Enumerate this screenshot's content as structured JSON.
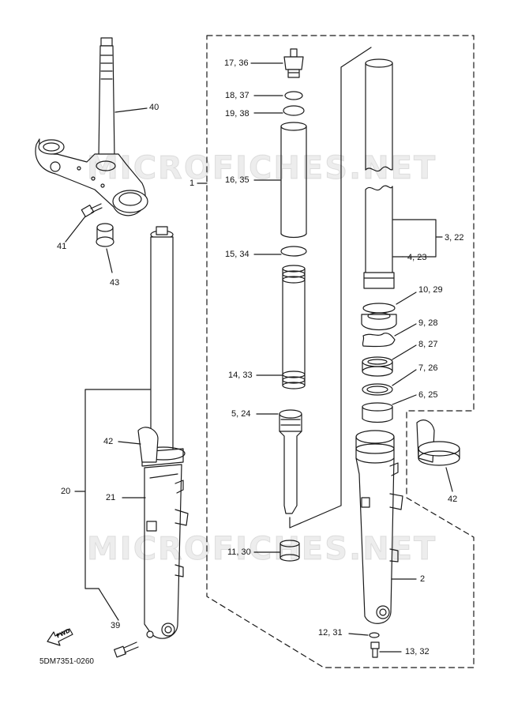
{
  "diagram_code": "5DM7351-0260",
  "watermark": "MICROFICHES.NET",
  "fwd_label": "FWD",
  "labels": {
    "p40": "40",
    "p41": "41",
    "p43": "43",
    "p42_left": "42",
    "p42_right": "42",
    "p20": "20",
    "p21": "21",
    "p39": "39",
    "p1": "1",
    "p2": "2",
    "p17_36": "17, 36",
    "p18_37": "18, 37",
    "p19_38": "19, 38",
    "p16_35": "16, 35",
    "p15_34": "15, 34",
    "p14_33": "14, 33",
    "p5_24": "5, 24",
    "p11_30": "11, 30",
    "p3_22": "3, 22",
    "p4_23": "4, 23",
    "p10_29": "10, 29",
    "p9_28": "9, 28",
    "p8_27": "8, 27",
    "p7_26": "7, 26",
    "p6_25": "6, 25",
    "p12_31": "12, 31",
    "p13_32": "13, 32"
  },
  "colors": {
    "line": "#1a1a1a",
    "background": "#ffffff"
  }
}
